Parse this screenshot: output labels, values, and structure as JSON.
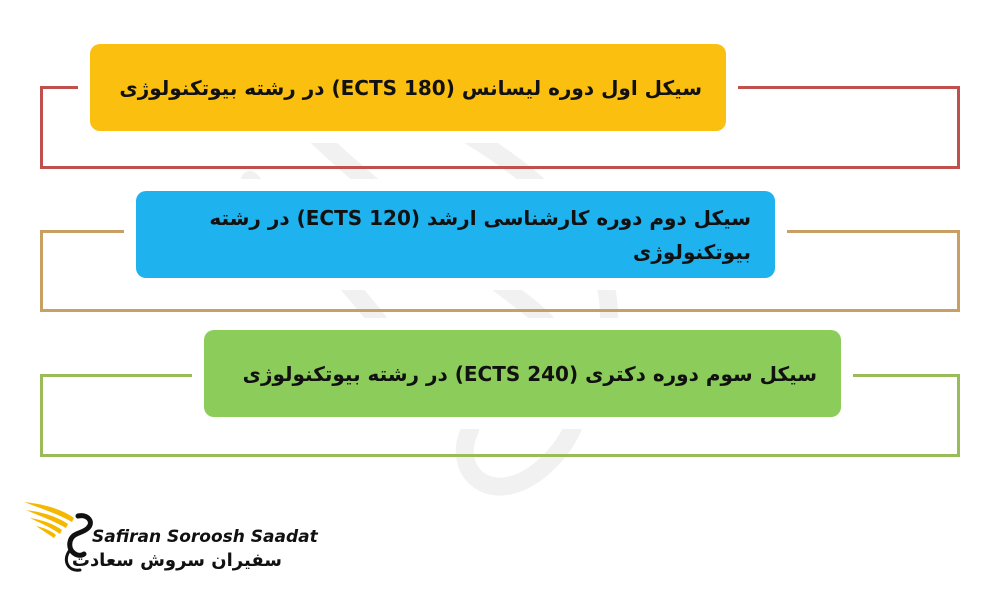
{
  "cycles": [
    {
      "text": "سیکل اول دوره لیسانس (180 ECTS) در رشته بیوتکنولوژی",
      "color": "#fbbf0f",
      "frame_color": "#c0504d"
    },
    {
      "text": "سیکل دوم دوره کارشناسی ارشد (120 ECTS) در رشته بیوتکنولوژی",
      "color": "#1eb2ee",
      "frame_color": "#c9a063"
    },
    {
      "text": "سیکل سوم دوره دکتری (240 ECTS) در رشته بیوتکنولوژی",
      "color": "#8ccc5a",
      "frame_color": "#9bbb59"
    }
  ],
  "logo": {
    "name_en": "Safiran Soroosh Saadat",
    "name_fa": "سفیران سروش سعادت",
    "icon": "bird-wing-logo-icon",
    "wing_color": "#f5b800"
  }
}
